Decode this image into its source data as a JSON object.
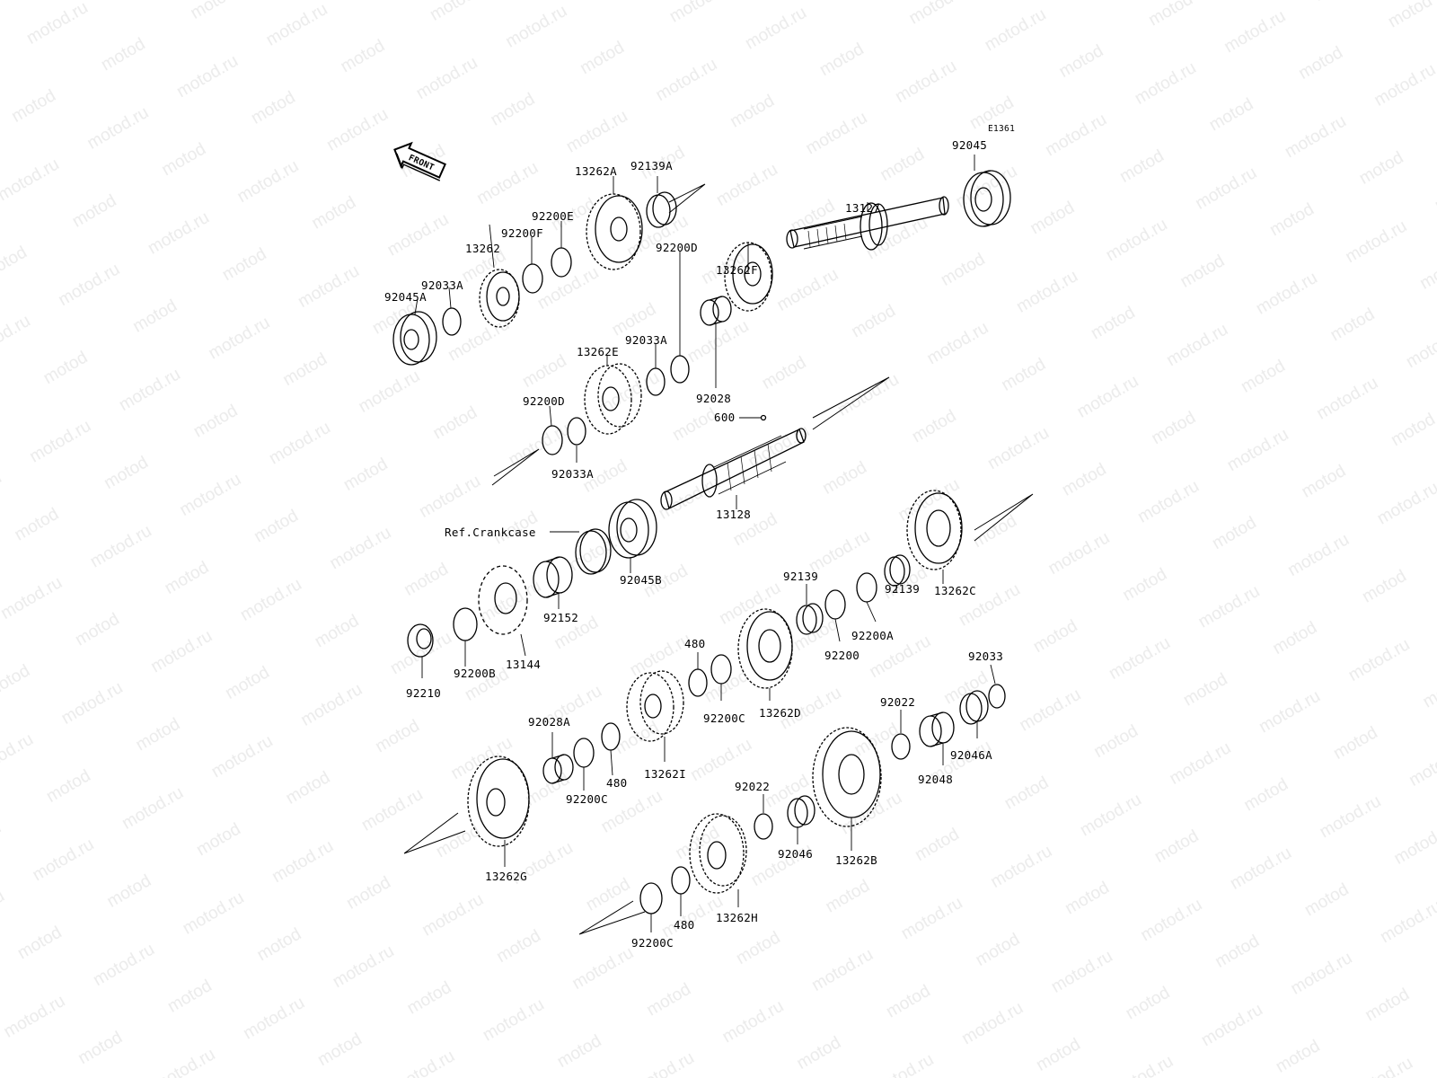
{
  "diagram": {
    "code": "E1361",
    "direction_label": "FRONT",
    "watermark": "motod.ru",
    "labels": {
      "p92045": "92045",
      "p13127": "13127",
      "p92139A": "92139A",
      "p13262A": "13262A",
      "p92200E": "92200E",
      "p92200F": "92200F",
      "p13262": "13262",
      "p92033A_top": "92033A",
      "p92045A": "92045A",
      "p13262F": "13262F",
      "p92200D_r": "92200D",
      "p92033A_m": "92033A",
      "p13262E": "13262E",
      "p92028": "92028",
      "p92200D_l": "92200D",
      "p92033A_b": "92033A",
      "p600": "600",
      "p13128": "13128",
      "p_ref": "Ref.Crankcase",
      "p92045B": "92045B",
      "p92152": "92152",
      "p13144": "13144",
      "p92200B": "92200B",
      "p92210": "92210",
      "p92139_l": "92139",
      "p92139_r": "92139",
      "p13262C": "13262C",
      "p92200A": "92200A",
      "p92200": "92200",
      "p480_t": "480",
      "p92200C_t": "92200C",
      "p13262D": "13262D",
      "p92033": "92033",
      "p92022_r": "92022",
      "p92046A": "92046A",
      "p92048": "92048",
      "p13262I": "13262I",
      "p92028A": "92028A",
      "p92200C_m": "92200C",
      "p480_m": "480",
      "p13262G": "13262G",
      "p92022_b": "92022",
      "p92046": "92046",
      "p13262B": "13262B",
      "p13262H": "13262H",
      "p480_b": "480",
      "p92200C_b": "92200C"
    }
  }
}
